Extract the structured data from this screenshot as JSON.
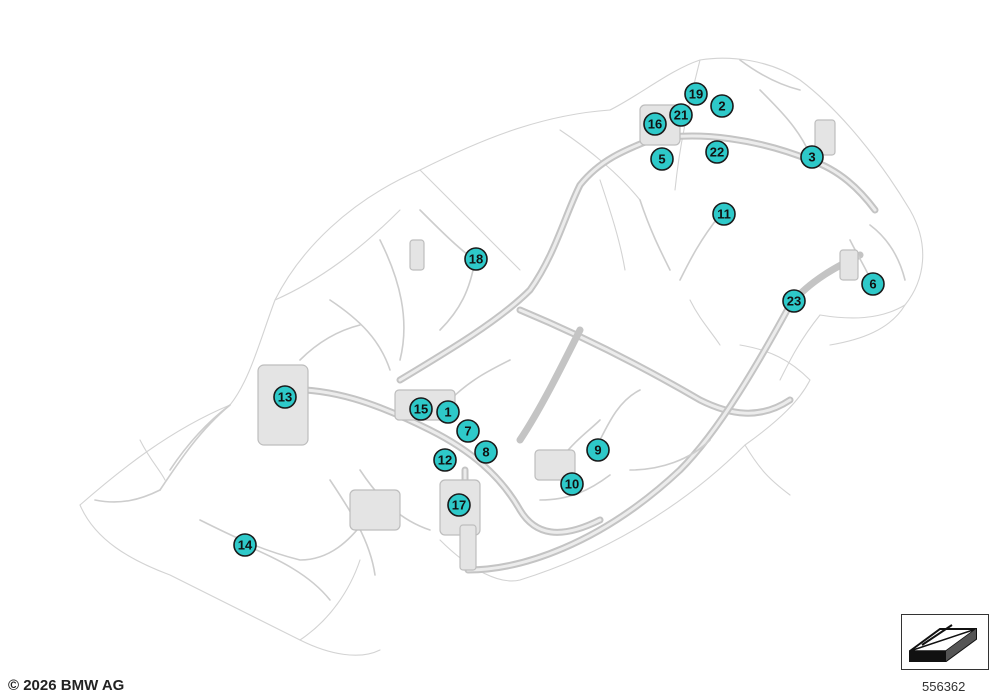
{
  "footer": {
    "copyright": "© 2026 BMW AG",
    "diagram_id": "556362"
  },
  "icons": {
    "view_orientation": "car-orientation-icon"
  },
  "colors": {
    "callout_fill": "#2ec9c9",
    "callout_stroke": "#1a1a1a",
    "wiring": "#cfcfcf"
  },
  "callouts": [
    {
      "label": "1"
    },
    {
      "label": "2"
    },
    {
      "label": "3"
    },
    {
      "label": "5"
    },
    {
      "label": "6"
    },
    {
      "label": "7"
    },
    {
      "label": "8"
    },
    {
      "label": "9"
    },
    {
      "label": "10"
    },
    {
      "label": "11"
    },
    {
      "label": "12"
    },
    {
      "label": "13"
    },
    {
      "label": "14"
    },
    {
      "label": "15"
    },
    {
      "label": "16"
    },
    {
      "label": "17"
    },
    {
      "label": "18"
    },
    {
      "label": "19"
    },
    {
      "label": "21"
    },
    {
      "label": "22"
    },
    {
      "label": "23"
    }
  ]
}
